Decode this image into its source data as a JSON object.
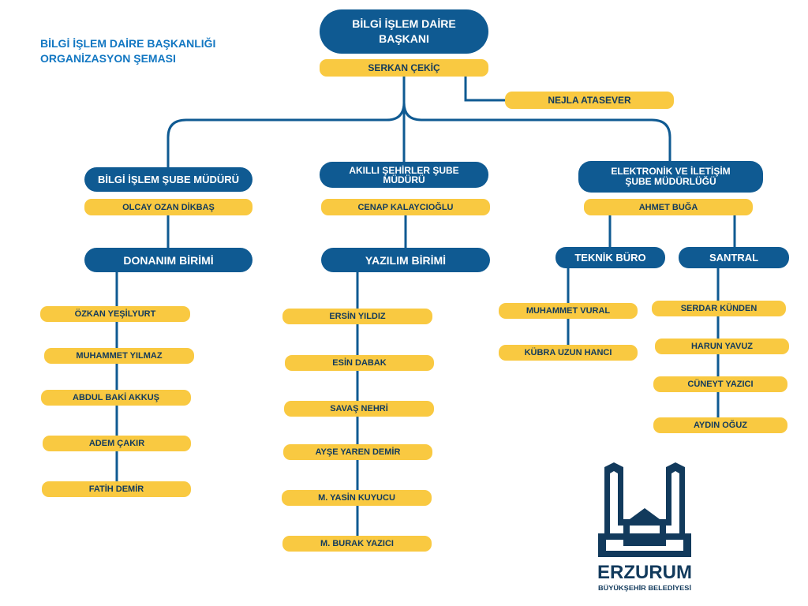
{
  "title": {
    "line1": "BİLGİ İŞLEM DAİRE BAŞKANLIĞI",
    "line2": "ORGANİZASYON ŞEMASI"
  },
  "head": {
    "title": "BİLGİ İŞLEM DAİRE BAŞKANI",
    "name": "SERKAN ÇEKİÇ",
    "assistant": "NEJLA ATASEVER"
  },
  "branches": {
    "left": {
      "title": "BİLGİ İŞLEM ŞUBE MÜDÜRÜ",
      "manager": "OLCAY OZAN DİKBAŞ",
      "unit": "DONANIM BİRİMİ",
      "members": [
        "ÖZKAN YEŞİLYURT",
        "MUHAMMET YILMAZ",
        "ABDUL BAKİ AKKUŞ",
        "ADEM ÇAKIR",
        "FATİH DEMİR"
      ]
    },
    "middle": {
      "title": "AKILLI ŞEHİRLER ŞUBE MÜDÜRÜ",
      "manager": "CENAP KALAYCIOĞLU",
      "unit": "YAZILIM BİRİMİ",
      "members": [
        "ERSİN YILDIZ",
        "ESİN DABAK",
        "SAVAŞ NEHRİ",
        "AYŞE YAREN DEMİR",
        "M. YASİN KUYUCU",
        "M. BURAK YAZICI"
      ]
    },
    "right": {
      "title": "ELEKTRONİK VE İLETİŞİM ŞUBE MÜDÜRLÜĞÜ",
      "manager": "AHMET BUĞA",
      "units": [
        {
          "title": "TEKNİK BÜRO",
          "members": [
            "MUHAMMET VURAL",
            "KÜBRA UZUN HANCI"
          ]
        },
        {
          "title": "SANTRAL",
          "members": [
            "SERDAR KÜNDEN",
            "HARUN YAVUZ",
            "CÜNEYT YAZICI",
            "AYDIN OĞUZ"
          ]
        }
      ]
    }
  },
  "logo": {
    "name": "ERZURUM",
    "subtitle": "BÜYÜKŞEHİR BELEDİYESİ"
  },
  "colors": {
    "primary": "#0f5a92",
    "accent": "#f9c941",
    "title": "#1277c2",
    "logo": "#123a5c"
  }
}
